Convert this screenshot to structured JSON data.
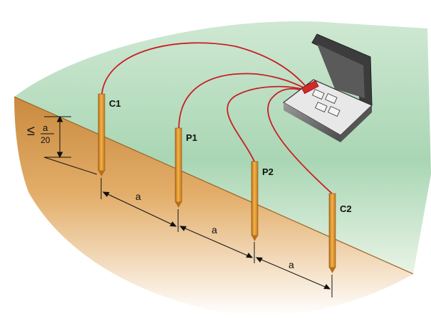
{
  "diagram": {
    "electrodes": [
      {
        "id": "c1",
        "label": "C1"
      },
      {
        "id": "p1",
        "label": "P1"
      },
      {
        "id": "p2",
        "label": "P2"
      },
      {
        "id": "c2",
        "label": "C2"
      }
    ],
    "spacing_label": "a",
    "depth_note": {
      "symbol": "≤",
      "numerator": "a",
      "denominator": "20"
    },
    "colors": {
      "grass": "#a9d6b4",
      "grass_light": "#e6f3e3",
      "soil": "#d9a05c",
      "soil_dark": "#b8752d",
      "rod": "#e49a2c",
      "wire": "#c81d25",
      "meter_case": "#6e6e6e",
      "meter_display": "#d62828"
    }
  }
}
